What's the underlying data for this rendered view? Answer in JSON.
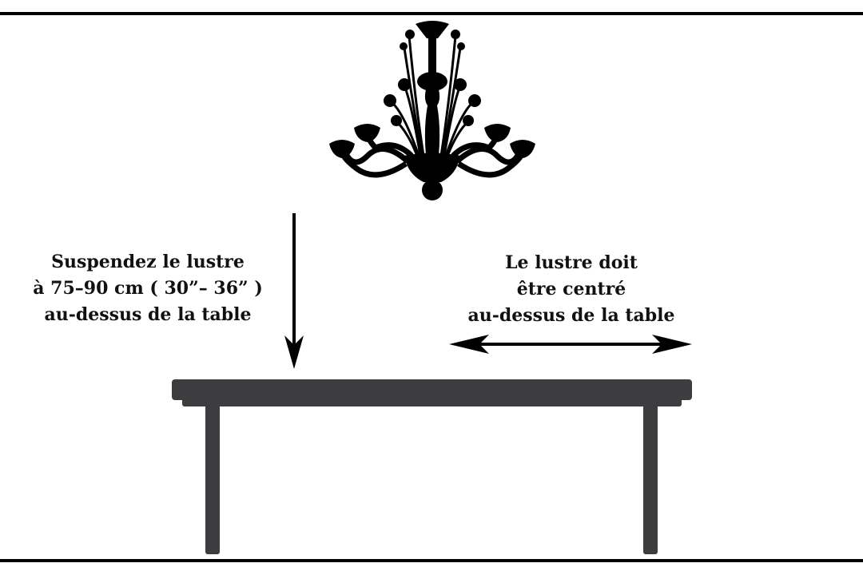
{
  "colors": {
    "ink": "#000000",
    "table": "#3d3d3f",
    "background": "#ffffff"
  },
  "height_note": {
    "lines": [
      "Suspendez le lustre",
      "à 75–90 cm ( 30”– 36” )",
      "au-dessus de la table"
    ]
  },
  "center_note": {
    "lines": [
      "Le lustre doit",
      "être centré",
      "au-dessus de la table"
    ]
  }
}
